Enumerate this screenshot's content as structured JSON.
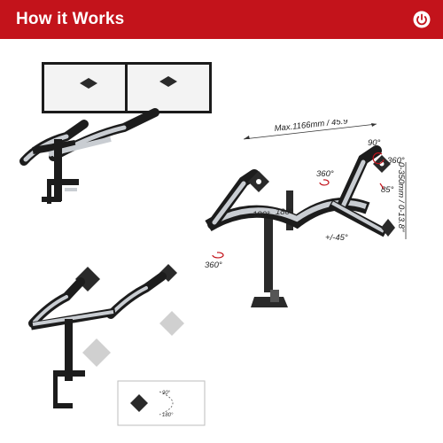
{
  "header": {
    "title": "How it Works",
    "icon": "power-icon",
    "color": "#c3131b"
  },
  "specs": {
    "width": "Max.1166mm / 45.9\"",
    "height": "0-350mm / 0-13.8\"",
    "rot_360_top_right": "360°",
    "tilt_90": "90°",
    "tilt_85": "85°",
    "swivel_360_mid": "360°",
    "swivel_180_left": "180°",
    "swivel_180_right": "180°",
    "swivel_360_base": "360°",
    "swivel_45": "+/-45°"
  },
  "inset": {
    "up": "90°",
    "down": "180°"
  },
  "colors": {
    "monitor": "#2a2a2a",
    "arm_silver": "#c9cdd2",
    "arm_black": "#1c1c1c",
    "screen": "#f2f2f2"
  }
}
